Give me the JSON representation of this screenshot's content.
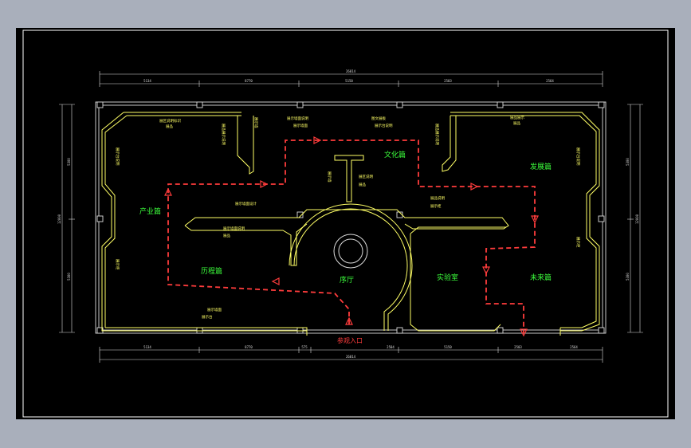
{
  "colors": {
    "app_background": "#a9afbb",
    "drawing_background": "#000000",
    "wall": "#ffff66",
    "route": "#ff3c3c",
    "zone_label": "#3cff3c",
    "dimension": "#dcdcdc",
    "frame": "#ffffff"
  },
  "zones": {
    "industry": "产业篇",
    "history": "历程篇",
    "culture": "文化篇",
    "development": "发展篇",
    "lab": "实验室",
    "future": "未来篇",
    "hall": "序厅"
  },
  "entrance": "参观入口",
  "dimensions": {
    "top_total": "26014",
    "bottom_total": "26014",
    "top_segments": [
      "5134",
      "8770",
      "5150",
      "2503",
      "2564"
    ],
    "bottom_segments": [
      "5134",
      "8770",
      "575",
      "2504",
      "5150",
      "2503",
      "2564"
    ],
    "left_total": "12000",
    "right_total": "12000",
    "left_segments": [
      "5300",
      "5300"
    ],
    "right_segments": [
      "5300",
      "5300"
    ]
  },
  "annotations": {
    "a1": "展区说明标识",
    "a2": "展品",
    "a3": "展示墙面说明",
    "a4": "展示墙面",
    "a5": "图文展板",
    "a6": "展示台说明",
    "a7": "展品展示",
    "a8": "展示墙面设计",
    "a9": "展品说明",
    "a10": "展示柜",
    "a11": "展示墙面说明",
    "a12": "展品",
    "a13": "展示墙面",
    "a14": "展示台",
    "a15": "展区说明",
    "a16": "展品",
    "a17": "展品展示说明",
    "a18": "展示墙",
    "a19": "展示台说明",
    "a20": "展示柜"
  }
}
